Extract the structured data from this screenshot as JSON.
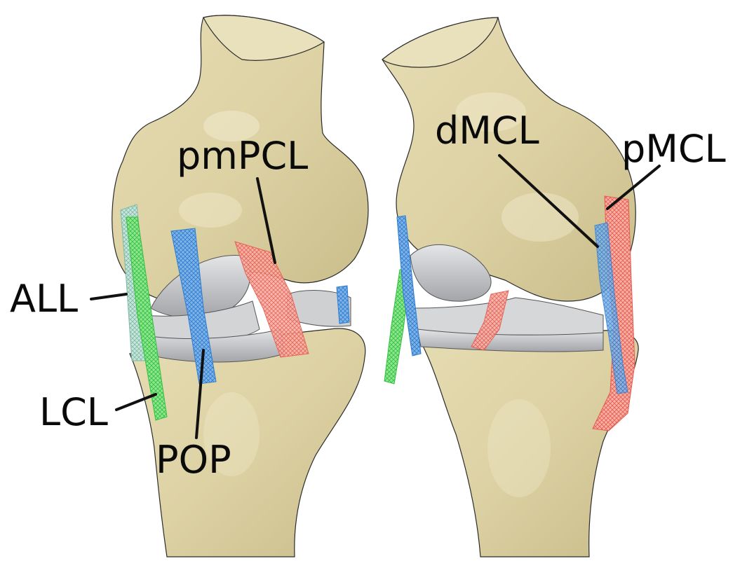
{
  "labels": {
    "all": "ALL",
    "lcl": "LCL",
    "pop": "POP",
    "pmpcl": "pmPCL",
    "dmcl": "dMCL",
    "pmcl": "pMCL"
  },
  "colors": {
    "bone": "#ddd2a4",
    "bone_shade": "#c7ba88",
    "bone_highlight": "#f1eace",
    "cartilage": "#c9cacc",
    "cartilage_shade": "#9ea0a4",
    "ligament_green": "#52d85a",
    "ligament_blue": "#4a90d9",
    "ligament_red": "#ef6a5c",
    "ligament_teal": "#9fcfc0",
    "leader": "#111111"
  }
}
